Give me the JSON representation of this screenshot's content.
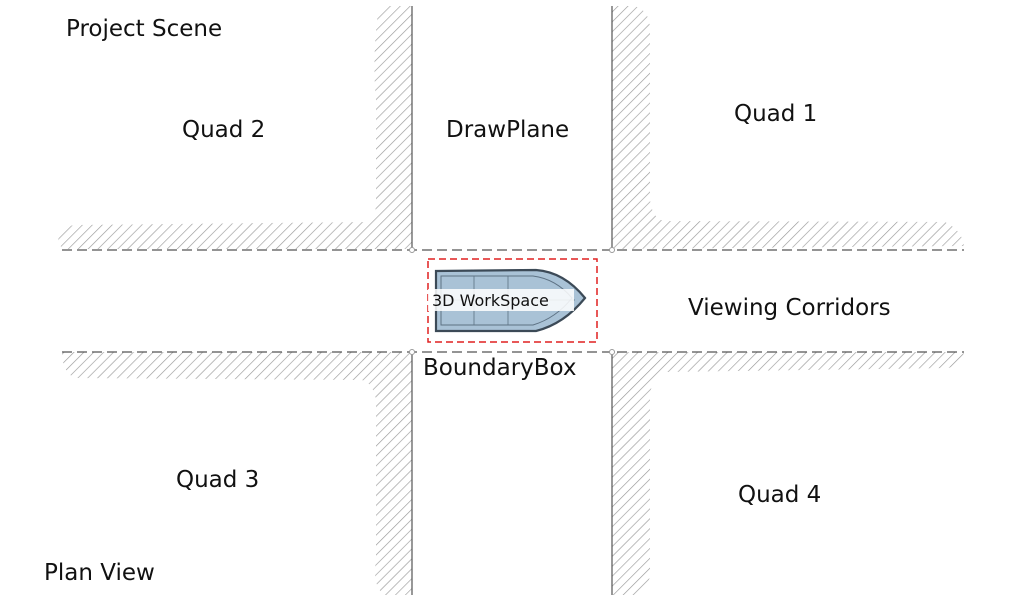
{
  "labels": {
    "title": "Project Scene",
    "view": "Plan View",
    "quad1": "Quad 1",
    "quad2": "Quad 2",
    "quad3": "Quad 3",
    "quad4": "Quad 4",
    "drawplane": "DrawPlane",
    "corridors": "Viewing Corridors",
    "workspace": "3D WorkSpace",
    "boundary": "BoundaryBox"
  },
  "colors": {
    "hatch": "#9a9a9a",
    "wall_line": "#555555",
    "boundary": "#e02020",
    "boat_fill": "#a9c2d6",
    "boat_stroke": "#3c4a57"
  }
}
